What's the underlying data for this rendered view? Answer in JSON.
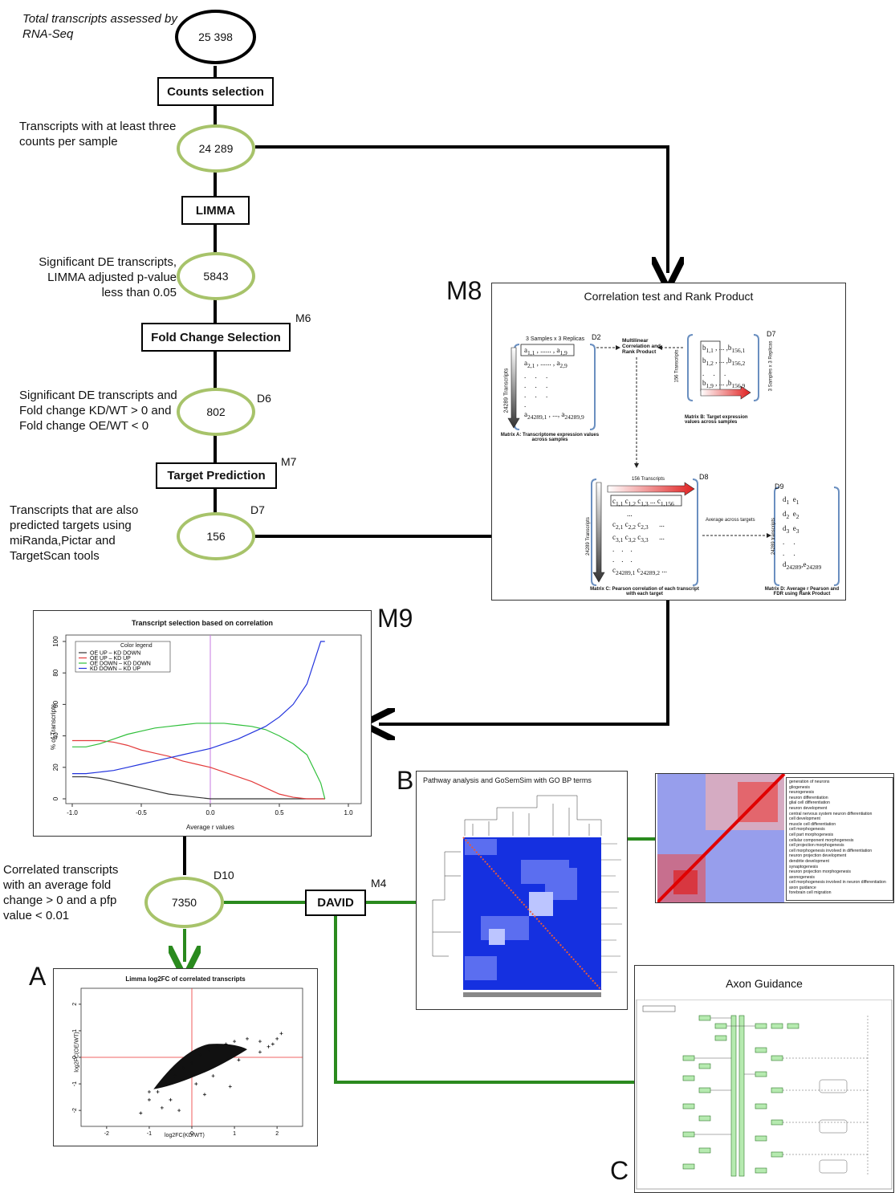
{
  "top_note": "Total transcripts assessed by RNA-Seq",
  "nodes": {
    "n1": "25 398",
    "n2": "24 289",
    "n3": "5843",
    "n4": "802",
    "n5": "156",
    "n6": "7350"
  },
  "boxes": {
    "counts": "Counts selection",
    "limma": "LIMMA",
    "fold": "Fold Change Selection",
    "target": "Target Prediction",
    "david": "DAVID"
  },
  "notes": {
    "n2": "Transcripts with at least three counts per sample",
    "n3": "Significant DE transcripts, LIMMA adjusted p-value less than 0.05",
    "n4": "Significant DE transcripts and Fold change KD/WT > 0 and Fold change OE/WT < 0",
    "n5": "Transcripts that are also predicted targets using miRanda,Pictar and TargetScan tools",
    "n6": "Correlated transcripts with an average fold change > 0 and a pfp value < 0.01"
  },
  "tags": {
    "m6": "M6",
    "m7": "M7",
    "d6": "D6",
    "d7": "D7",
    "d10": "D10",
    "m4": "M4",
    "m8": "M8",
    "m9": "M9",
    "a": "A",
    "b": "B",
    "c": "C"
  },
  "m8_panel": {
    "title": "Correlation test and Rank Product",
    "d2": "D2",
    "d7": "D7",
    "d8": "D8",
    "d9": "D9",
    "samples_label": "3 Samples x 3 Replicas",
    "transcripts_label": "24289 Transcripts",
    "multilinear": "Multilinear Correlation and Rank Product",
    "matrix_a": "Matrix A: Transcriptome expression values across samples",
    "matrix_b": "Matrix B: Target expression values across samples",
    "matrix_c": "Matrix C: Pearson correlation of each transcript with each target",
    "matrix_d": "Matrix D: Average r Pearson and FDR using Rank Product",
    "avg_targets": "Average across targets",
    "t156": "156 Transcripts",
    "t156_side": "156 Transcripts",
    "samples_side": "3 Samples x 3 Replicas",
    "t24289_side": "24289 transcripts"
  },
  "chart_m9": {
    "title": "Transcript selection based on correlation",
    "legend_title": "Color legend",
    "xlabel": "Average r values",
    "ylabel": "% of Transcripts",
    "x_ticks": [
      "-1.0",
      "-0.5",
      "0.0",
      "0.5",
      "1.0"
    ],
    "y_ticks": [
      "0",
      "20",
      "40",
      "60",
      "80",
      "100"
    ]
  },
  "chart_a": {
    "title": "Limma log2FC of correlated transcripts",
    "xlabel": "log2FC(KD/WT)",
    "ylabel": "log2FC(OE/WT)",
    "x_ticks": [
      "-2",
      "-1",
      "0",
      "1",
      "2"
    ],
    "y_ticks": [
      "-2",
      "-1",
      "0",
      "1",
      "2"
    ]
  },
  "panel_b": {
    "title": "Pathway analysis and GoSemSim with GO BP terms"
  },
  "go_terms": [
    "generation of neurons",
    "gliogenesis",
    "neurogenesis",
    "neuron differentiation",
    "glial cell differentiation",
    "neuron development",
    "central nervous system neuron differentiation",
    "cell development",
    "muscle cell differentiation",
    "cell morphogenesis",
    "cell part morphogenesis",
    "cellular component morphogenesis",
    "cell projection morphogenesis",
    "cell morphogenesis involved in differentiation",
    "neuron projection development",
    "dendrite development",
    "synaptogenesis",
    "neuron projection morphogenesis",
    "axonogenesis",
    "cell morphogenesis involved in neuron differentiation",
    "axon guidance",
    "forebrain cell migration"
  ],
  "panel_c": {
    "title": "Axon Guidance"
  },
  "chart_data": [
    {
      "type": "line",
      "title": "Transcript selection based on correlation",
      "xlabel": "Average r values",
      "ylabel": "% of Transcripts",
      "xlim": [
        -1.0,
        1.0
      ],
      "ylim": [
        0,
        100
      ],
      "x": [
        -1.0,
        -0.9,
        -0.8,
        -0.7,
        -0.6,
        -0.5,
        -0.4,
        -0.3,
        -0.2,
        -0.1,
        0.0,
        0.1,
        0.2,
        0.3,
        0.4,
        0.5,
        0.6,
        0.7,
        0.8,
        0.83
      ],
      "series": [
        {
          "name": "OE UP – KD DOWN",
          "color": "#333333",
          "values": [
            14,
            14,
            13,
            11,
            9,
            7,
            5,
            3,
            2,
            1,
            0,
            0,
            0,
            0,
            0,
            0,
            0,
            0,
            0,
            0
          ]
        },
        {
          "name": "OE UP – KD UP",
          "color": "#e33b3b",
          "values": [
            37,
            37,
            37,
            36,
            34,
            31,
            29,
            27,
            24,
            22,
            20,
            17,
            14,
            11,
            7,
            3,
            1,
            0,
            0,
            0
          ]
        },
        {
          "name": "OE DOWN – KD DOWN",
          "color": "#2fbf3a",
          "values": [
            33,
            33,
            35,
            38,
            41,
            43,
            45,
            46,
            47,
            48,
            48,
            48,
            47,
            46,
            44,
            40,
            35,
            28,
            10,
            0
          ]
        },
        {
          "name": "KD DOWN – KD UP",
          "color": "#2233dd",
          "values": [
            16,
            16,
            17,
            18,
            20,
            22,
            24,
            26,
            28,
            30,
            32,
            35,
            38,
            42,
            46,
            52,
            60,
            73,
            100,
            100
          ]
        }
      ]
    },
    {
      "type": "scatter",
      "title": "Limma log2FC of correlated transcripts",
      "xlabel": "log2FC(KD/WT)",
      "ylabel": "log2FC(OE/WT)",
      "xlim": [
        -2.6,
        2.6
      ],
      "ylim": [
        -2.6,
        2.6
      ],
      "points": [
        [
          -1.2,
          -2.1
        ],
        [
          -1.0,
          -1.6
        ],
        [
          -0.8,
          -1.3
        ],
        [
          -0.6,
          -1.0
        ],
        [
          -0.4,
          -0.7
        ],
        [
          -0.2,
          -0.4
        ],
        [
          0.0,
          -0.2
        ],
        [
          0.2,
          0.1
        ],
        [
          0.4,
          0.3
        ],
        [
          0.6,
          0.4
        ],
        [
          0.8,
          0.5
        ],
        [
          1.0,
          0.6
        ],
        [
          1.3,
          0.7
        ],
        [
          1.6,
          0.6
        ],
        [
          1.9,
          0.5
        ],
        [
          2.1,
          0.9
        ],
        [
          -0.5,
          -1.6
        ],
        [
          -1.0,
          -1.3
        ],
        [
          0.5,
          -0.7
        ],
        [
          0.9,
          -1.1
        ],
        [
          1.1,
          -0.1
        ],
        [
          1.6,
          0.2
        ],
        [
          1.8,
          0.4
        ],
        [
          -0.3,
          -2.0
        ],
        [
          0.3,
          -1.4
        ],
        [
          2.0,
          0.7
        ],
        [
          0.1,
          -1.0
        ],
        [
          -0.7,
          -1.9
        ]
      ]
    }
  ]
}
